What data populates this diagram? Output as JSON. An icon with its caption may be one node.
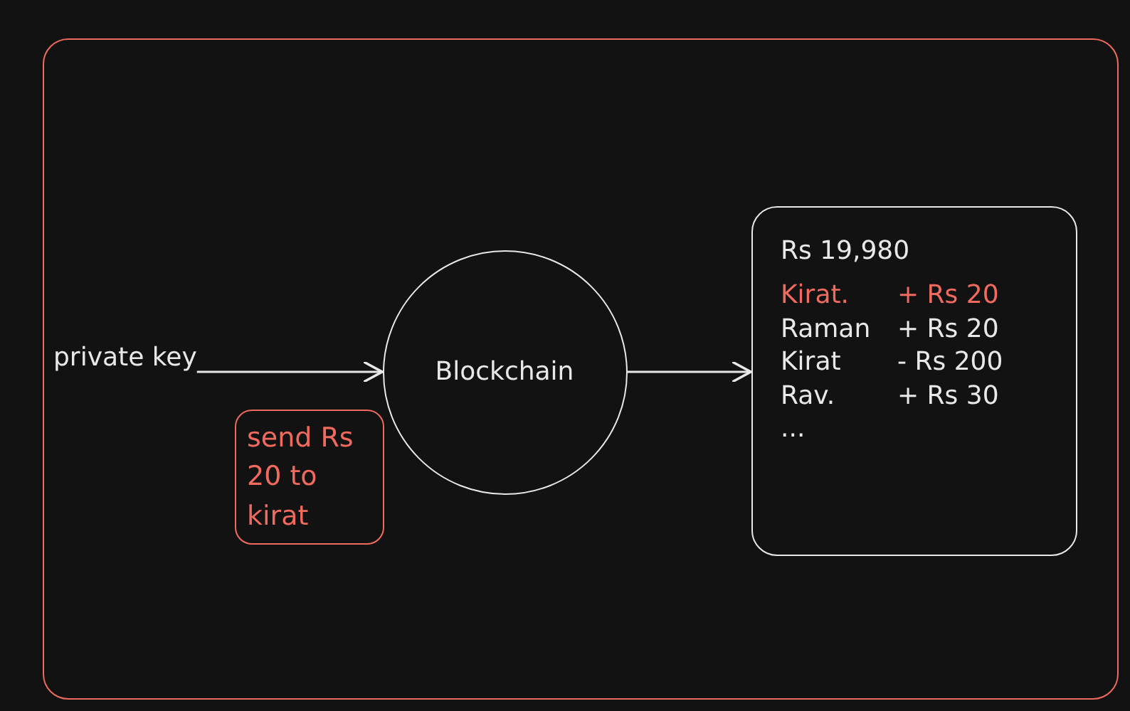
{
  "diagram": {
    "nodes": [
      {
        "text": [],
        "shape": "box"
      },
      {
        "text": [
          "private key"
        ],
        "in": 0
      },
      {
        "text": [
          "Blockchain"
        ],
        "in": 0
      },
      {
        "text": [
          "send Rs 20 to kirat"
        ],
        "in": 0
      },
      {
        "text": [
          "Rs 19,980",
          "Kirat.",
          "+ Rs 20",
          "Raman",
          "+ Rs 20",
          "Kirat",
          "- Rs 200",
          "Rav.",
          "+ Rs 30",
          "..."
        ],
        "in": 0
      }
    ],
    "edges": [
      {
        "from": 1,
        "to": 2,
        "arrow": "to"
      },
      {
        "from": 2,
        "to": 4,
        "arrow": "to"
      }
    ]
  }
}
